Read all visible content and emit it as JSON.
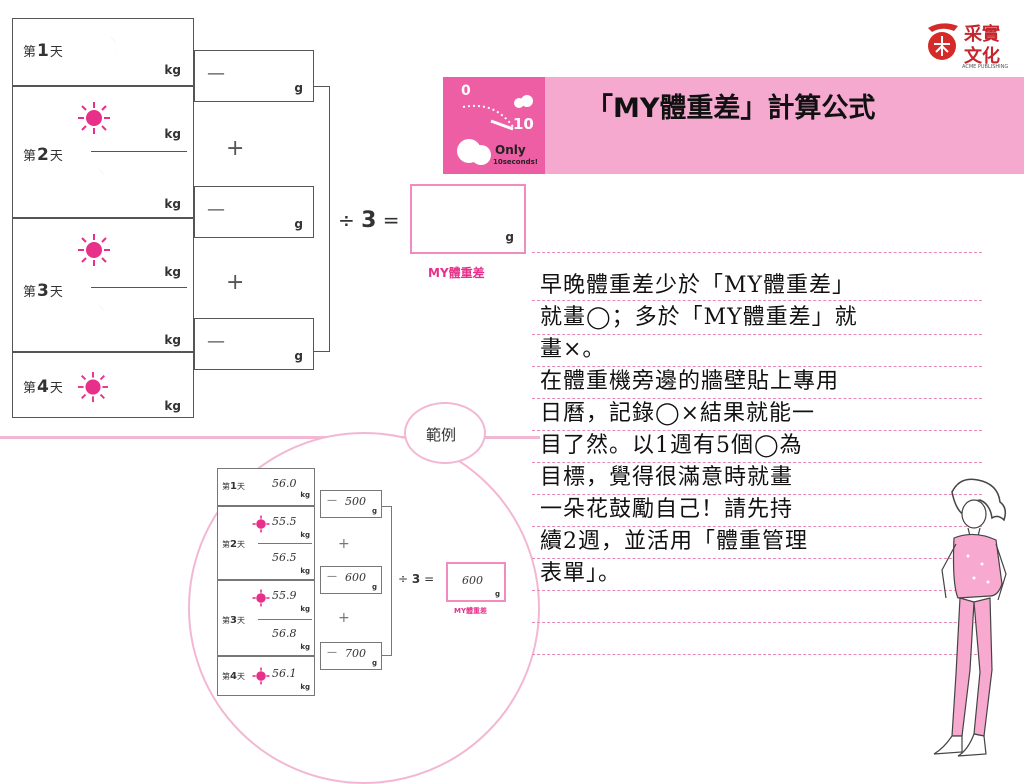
{
  "logo": {
    "line1": "采實",
    "line2": "文化",
    "sub": "ACME PUBLISHING"
  },
  "banner": {
    "title": "「MY體重差」計算公式",
    "timer_start": "0",
    "timer_end": "10",
    "only": "Only",
    "seconds": "10seconds!"
  },
  "formula": {
    "days": [
      {
        "prefix": "第",
        "num": "1",
        "suffix": "天"
      },
      {
        "prefix": "第",
        "num": "2",
        "suffix": "天"
      },
      {
        "prefix": "第",
        "num": "3",
        "suffix": "天"
      },
      {
        "prefix": "第",
        "num": "4",
        "suffix": "天"
      }
    ],
    "unit_kg": "kg",
    "unit_g": "g",
    "minus": "—",
    "plus": "+",
    "divide": "÷",
    "three": "3",
    "equals": "=",
    "result_label": "MY體重差"
  },
  "example": {
    "badge": "範例",
    "values": {
      "d1_moon": "56.0",
      "d2_sun": "55.5",
      "d2_moon": "56.5",
      "d3_sun": "55.9",
      "d3_moon": "56.8",
      "d4_sun": "56.1",
      "diff1": "500",
      "diff2": "600",
      "diff3": "700",
      "result": "600"
    }
  },
  "note": {
    "lines": [
      "早晚體重差少於「MY體重差」",
      "就畫◯；多於「MY體重差」就",
      "畫×。",
      "在體重機旁邊的牆壁貼上專用",
      "日曆，記錄◯×結果就能一",
      "目了然。以1週有5個◯為",
      "目標，覺得很滿意時就畫",
      "一朵花鼓勵自己！請先持",
      "續2週，並活用「體重管理",
      "表單」。"
    ]
  },
  "colors": {
    "accent": "#e8308a",
    "banner_bg": "#f5a9cf",
    "tile_bg": "#ee5ea4",
    "line": "#555555",
    "divider": "#f2b8d3"
  }
}
